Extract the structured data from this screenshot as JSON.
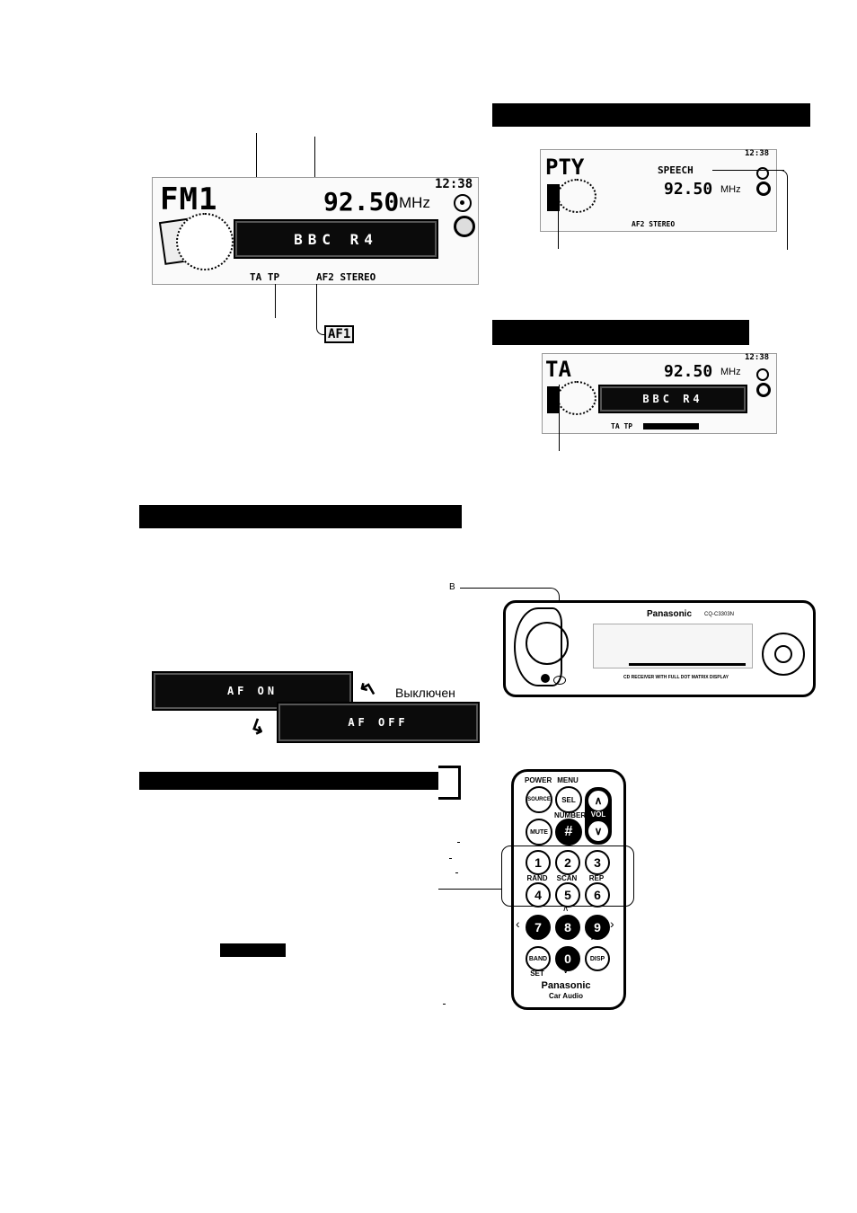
{
  "main_display": {
    "band": "FM1",
    "frequency": "92.50",
    "unit": "MHz",
    "clock": "12:38",
    "station_name": "BBC  R4",
    "ta_tp": "TA TP",
    "af_stereo": "AF2 STEREO",
    "af_callout": "AF1"
  },
  "pty_display": {
    "mode": "PTY",
    "program_type": "SPEECH",
    "frequency": "92.50",
    "unit": "MHz",
    "clock": "12:38",
    "bottom": "AF2 STEREO"
  },
  "ta_display": {
    "mode": "TA",
    "frequency": "92.50",
    "unit": "MHz",
    "clock": "12:38",
    "station_name": "BBC  R4",
    "bottom": "TA TP"
  },
  "af_toggle": {
    "on_label": "AF  ON",
    "off_label": "AF  OFF",
    "off_caption": "Выключен"
  },
  "head_unit": {
    "callout": "B",
    "brand": "Panasonic",
    "model": "CQ-C3303N",
    "tagline": "CD RECEIVER WITH FULL DOT MATRIX DISPLAY"
  },
  "remote": {
    "labels": {
      "power": "POWER",
      "menu": "MENU",
      "number": "NUMBER",
      "rand": "RAND",
      "scan": "SCAN",
      "rep": "REP",
      "set": "SET"
    },
    "buttons": {
      "source": "SOURCE",
      "sel": "SEL",
      "vol": "VOL",
      "mute": "MUTE",
      "hash": "#",
      "n1": "1",
      "n2": "2",
      "n3": "3",
      "n4": "4",
      "n5": "5",
      "n6": "6",
      "n7": "7",
      "n8": "8",
      "n9": "9",
      "n0": "0",
      "band": "BAND",
      "disp": "DISP"
    },
    "brand": "Panasonic",
    "sub": "Car Audio"
  }
}
